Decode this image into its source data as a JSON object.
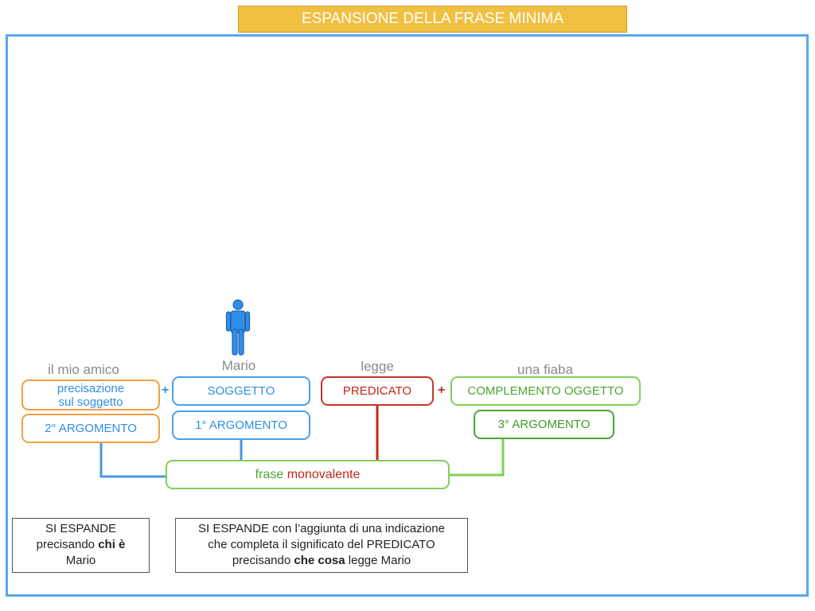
{
  "title": "ESPANSIONE DELLA FRASE MINIMA",
  "words": {
    "amico": "il mio amico",
    "mario": "Mario",
    "legge": "legge",
    "fiaba": "una fiaba"
  },
  "boxes": {
    "precisazione_line1": "precisazione",
    "precisazione_line2": "sul soggetto",
    "secondo_argomento": "2° ARGOMENTO",
    "soggetto": "SOGGETTO",
    "primo_argomento": "1° ARGOMENTO",
    "predicato": "PREDICATO",
    "complemento_oggetto": "COMPLEMENTO OGGETTO",
    "terzo_argomento": "3° ARGOMENTO",
    "frase_part1": "frase",
    "frase_part2": "monovalente"
  },
  "plus_sign": "+",
  "notes": {
    "left": {
      "line1": "SI ESPANDE",
      "line2_pre": "precisando ",
      "line2_bold": "chi è",
      "line3": "Mario"
    },
    "right": {
      "line1": "SI ESPANDE con l’aggiunta di una indicazione",
      "line2": "che completa il significato del PREDICATO",
      "line3_pre": "precisando ",
      "line3_bold": "che cosa",
      "line3_post": " legge Mario"
    }
  },
  "icons": {
    "person": "person-icon"
  },
  "colors": {
    "title_bg": "#f0c043",
    "frame": "#5aa6f0",
    "orange": "#f0a040",
    "blue": "#2f8fe8",
    "red": "#c0281e",
    "green": "#7fd05a",
    "green_dark": "#4aa830"
  }
}
